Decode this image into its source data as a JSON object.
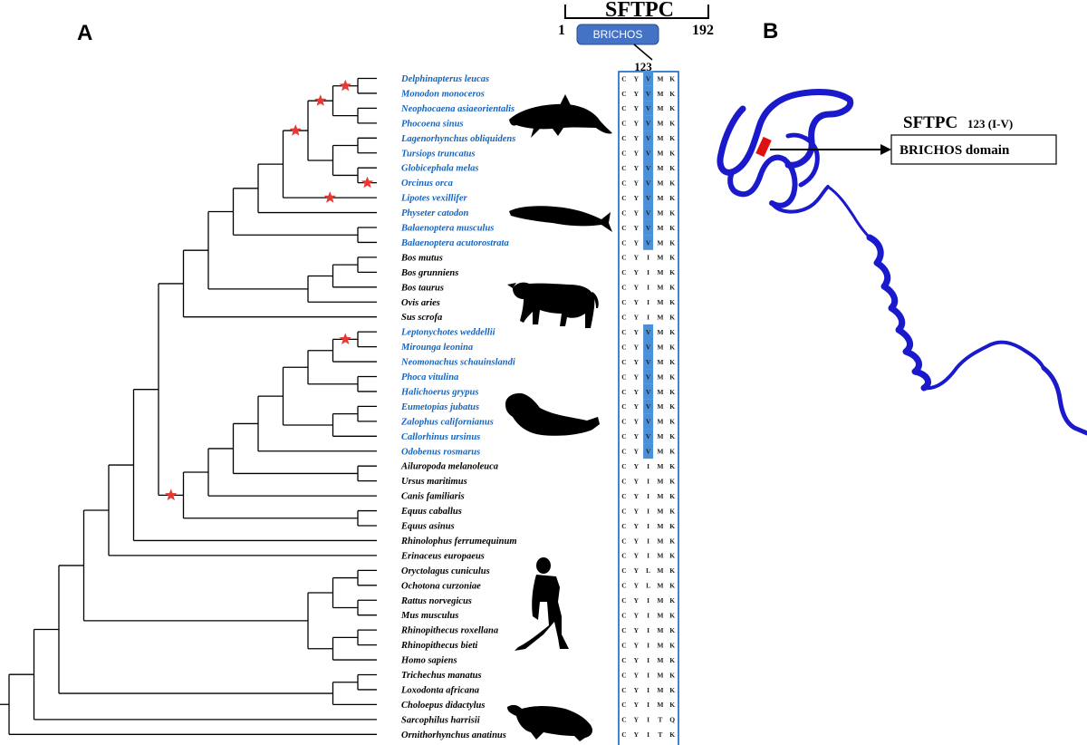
{
  "panels": {
    "a": "A",
    "b": "B"
  },
  "gene": {
    "name": "SFTPC",
    "start": "1",
    "end": "192",
    "domain": "BRICHOS",
    "site": "123"
  },
  "colors": {
    "marine": "#1565C0",
    "terrestrial": "#000000",
    "highlight": "#4A90D9",
    "star": "#E53935",
    "protein": "#1a1acc",
    "site": "#e01010"
  },
  "species": [
    {
      "name": "Delphinapterus leucas",
      "marine": true,
      "aa": [
        "C",
        "Y",
        "V",
        "M",
        "K"
      ]
    },
    {
      "name": "Monodon monoceros",
      "marine": true,
      "aa": [
        "C",
        "Y",
        "V",
        "M",
        "K"
      ]
    },
    {
      "name": "Neophocaena asiaeorientalis",
      "marine": true,
      "aa": [
        "C",
        "Y",
        "V",
        "M",
        "K"
      ]
    },
    {
      "name": "Phocoena sinus",
      "marine": true,
      "aa": [
        "C",
        "Y",
        "V",
        "M",
        "K"
      ]
    },
    {
      "name": "Lagenorhynchus obliquidens",
      "marine": true,
      "aa": [
        "C",
        "Y",
        "V",
        "M",
        "K"
      ]
    },
    {
      "name": "Tursiops truncatus",
      "marine": true,
      "aa": [
        "C",
        "Y",
        "V",
        "M",
        "K"
      ]
    },
    {
      "name": "Globicephala melas",
      "marine": true,
      "aa": [
        "C",
        "Y",
        "V",
        "M",
        "K"
      ]
    },
    {
      "name": "Orcinus orca",
      "marine": true,
      "aa": [
        "C",
        "Y",
        "V",
        "M",
        "K"
      ]
    },
    {
      "name": "Lipotes vexillifer",
      "marine": true,
      "aa": [
        "C",
        "Y",
        "V",
        "M",
        "K"
      ]
    },
    {
      "name": "Physeter catodon",
      "marine": true,
      "aa": [
        "C",
        "Y",
        "V",
        "M",
        "K"
      ]
    },
    {
      "name": "Balaenoptera musculus",
      "marine": true,
      "aa": [
        "C",
        "Y",
        "V",
        "M",
        "K"
      ]
    },
    {
      "name": "Balaenoptera acutorostrata",
      "marine": true,
      "aa": [
        "C",
        "Y",
        "V",
        "M",
        "K"
      ]
    },
    {
      "name": "Bos mutus",
      "marine": false,
      "aa": [
        "C",
        "Y",
        "I",
        "M",
        "K"
      ]
    },
    {
      "name": "Bos grunniens",
      "marine": false,
      "aa": [
        "C",
        "Y",
        "I",
        "M",
        "K"
      ]
    },
    {
      "name": "Bos taurus",
      "marine": false,
      "aa": [
        "C",
        "Y",
        "I",
        "M",
        "K"
      ]
    },
    {
      "name": "Ovis aries",
      "marine": false,
      "aa": [
        "C",
        "Y",
        "I",
        "M",
        "K"
      ]
    },
    {
      "name": "Sus scrofa",
      "marine": false,
      "aa": [
        "C",
        "Y",
        "I",
        "M",
        "K"
      ]
    },
    {
      "name": "Leptonychotes weddellii",
      "marine": true,
      "aa": [
        "C",
        "Y",
        "V",
        "M",
        "K"
      ]
    },
    {
      "name": "Mirounga leonina",
      "marine": true,
      "aa": [
        "C",
        "Y",
        "V",
        "M",
        "K"
      ]
    },
    {
      "name": "Neomonachus schauinslandi",
      "marine": true,
      "aa": [
        "C",
        "Y",
        "V",
        "M",
        "K"
      ]
    },
    {
      "name": "Phoca vitulina",
      "marine": true,
      "aa": [
        "C",
        "Y",
        "V",
        "M",
        "K"
      ]
    },
    {
      "name": "Halichoerus grypus",
      "marine": true,
      "aa": [
        "C",
        "Y",
        "V",
        "M",
        "K"
      ]
    },
    {
      "name": "Eumetopias jubatus",
      "marine": true,
      "aa": [
        "C",
        "Y",
        "V",
        "M",
        "K"
      ]
    },
    {
      "name": "Zalophus californianus",
      "marine": true,
      "aa": [
        "C",
        "Y",
        "V",
        "M",
        "K"
      ]
    },
    {
      "name": "Callorhinus ursinus",
      "marine": true,
      "aa": [
        "C",
        "Y",
        "V",
        "M",
        "K"
      ]
    },
    {
      "name": "Odobenus rosmarus",
      "marine": true,
      "aa": [
        "C",
        "Y",
        "V",
        "M",
        "K"
      ]
    },
    {
      "name": "Ailuropoda melanoleuca",
      "marine": false,
      "aa": [
        "C",
        "Y",
        "I",
        "M",
        "K"
      ]
    },
    {
      "name": "Ursus maritimus",
      "marine": false,
      "aa": [
        "C",
        "Y",
        "I",
        "M",
        "K"
      ]
    },
    {
      "name": "Canis familiaris",
      "marine": false,
      "aa": [
        "C",
        "Y",
        "I",
        "M",
        "K"
      ]
    },
    {
      "name": "Equus caballus",
      "marine": false,
      "aa": [
        "C",
        "Y",
        "I",
        "M",
        "K"
      ]
    },
    {
      "name": "Equus asinus",
      "marine": false,
      "aa": [
        "C",
        "Y",
        "I",
        "M",
        "K"
      ]
    },
    {
      "name": "Rhinolophus ferrumequinum",
      "marine": false,
      "aa": [
        "C",
        "Y",
        "I",
        "M",
        "K"
      ]
    },
    {
      "name": "Erinaceus europaeus",
      "marine": false,
      "aa": [
        "C",
        "Y",
        "I",
        "M",
        "K"
      ]
    },
    {
      "name": "Oryctolagus cuniculus",
      "marine": false,
      "aa": [
        "C",
        "Y",
        "L",
        "M",
        "K"
      ]
    },
    {
      "name": "Ochotona curzoniae",
      "marine": false,
      "aa": [
        "C",
        "Y",
        "L",
        "M",
        "K"
      ]
    },
    {
      "name": "Rattus norvegicus",
      "marine": false,
      "aa": [
        "C",
        "Y",
        "I",
        "M",
        "K"
      ]
    },
    {
      "name": "Mus musculus",
      "marine": false,
      "aa": [
        "C",
        "Y",
        "I",
        "M",
        "K"
      ]
    },
    {
      "name": "Rhinopithecus roxellana",
      "marine": false,
      "aa": [
        "C",
        "Y",
        "I",
        "M",
        "K"
      ]
    },
    {
      "name": "Rhinopithecus bieti",
      "marine": false,
      "aa": [
        "C",
        "Y",
        "I",
        "M",
        "K"
      ]
    },
    {
      "name": "Homo sapiens",
      "marine": false,
      "aa": [
        "C",
        "Y",
        "I",
        "M",
        "K"
      ]
    },
    {
      "name": "Trichechus manatus",
      "marine": false,
      "aa": [
        "C",
        "Y",
        "I",
        "M",
        "K"
      ]
    },
    {
      "name": "Loxodonta africana",
      "marine": false,
      "aa": [
        "C",
        "Y",
        "I",
        "M",
        "K"
      ]
    },
    {
      "name": "Choloepus didactylus",
      "marine": false,
      "aa": [
        "C",
        "Y",
        "I",
        "M",
        "K"
      ]
    },
    {
      "name": "Sarcophilus harrisii",
      "marine": false,
      "aa": [
        "C",
        "Y",
        "I",
        "T",
        "Q"
      ]
    },
    {
      "name": "Ornithorhynchus anatinus",
      "marine": false,
      "aa": [
        "C",
        "Y",
        "I",
        "T",
        "K"
      ]
    }
  ],
  "tree": "(((((((((((((((Delphinapterus leucas,Monodon monoceros)*,(Neophocaena asiaeorientalis,Phocoena sinus))*,((Lagenorhynchus obliquidens,Tursiops truncatus),(Globicephala melas,Orcinus orca*)))*,Lipotes vexillifer*),Physeter catodon),(Balaenoptera musculus,Balaenoptera acutorostrata)),(((Bos mutus,Bos grunniens),Bos taurus),Ovis aries)),Sus scrofa),((((((((Leptonychotes weddellii,Mirounga leonina)*,Neomonachus schauinslandi),(Phoca vitulina,Halichoerus grypus)),((Eumetopias jubatus,Zalophus californianus),Callorhinus ursinus)),Odobenus rosmarus),(Ailuropoda melanoleuca,Ursus maritimus)),Canis familiaris),(Equus caballus,Equus asinus))*),Rhinolophus ferrumequinum),Erinaceus europaeus),(((Oryctolagus cuniculus,Ochotona curzoniae),(Rattus norvegicus,Mus musculus)),((Rhinopithecus roxellana,Rhinopithecus bieti),Homo sapiens))),((Trichechus manatus,Loxodonta africana),Choloepus didactylus)),Sarcophilus harrisii),Ornithorhynchus anatinus)",
  "silhouettes": [
    "dolphin",
    "whale",
    "bull",
    "seal",
    "human",
    "platypus"
  ],
  "structure": {
    "title": "SFTPC",
    "site_label": "123 (I-V)",
    "domain_label": "BRICHOS domain"
  }
}
